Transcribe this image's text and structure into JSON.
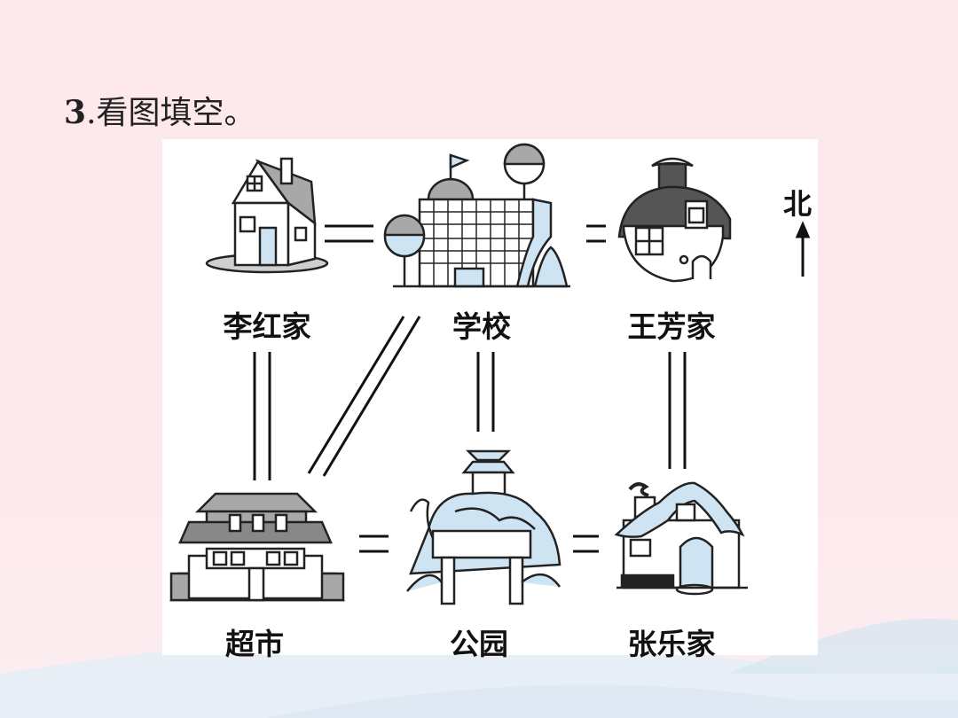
{
  "question": {
    "number": "3",
    "text": ".看图填空。"
  },
  "compass": {
    "label": "北"
  },
  "places": [
    {
      "id": "lihong",
      "name": "李红家",
      "icon": "house-icon"
    },
    {
      "id": "school",
      "name": "学校",
      "icon": "school-building-icon"
    },
    {
      "id": "wangfang",
      "name": "王芳家",
      "icon": "cottage-icon"
    },
    {
      "id": "market",
      "name": "超市",
      "icon": "supermarket-icon"
    },
    {
      "id": "park",
      "name": "公园",
      "icon": "park-gate-icon"
    },
    {
      "id": "zhangle",
      "name": "张乐家",
      "icon": "snow-house-icon"
    }
  ],
  "colors": {
    "accent_blue": "#cfe4f3",
    "gray": "#9a9a9a",
    "line": "#111111"
  }
}
